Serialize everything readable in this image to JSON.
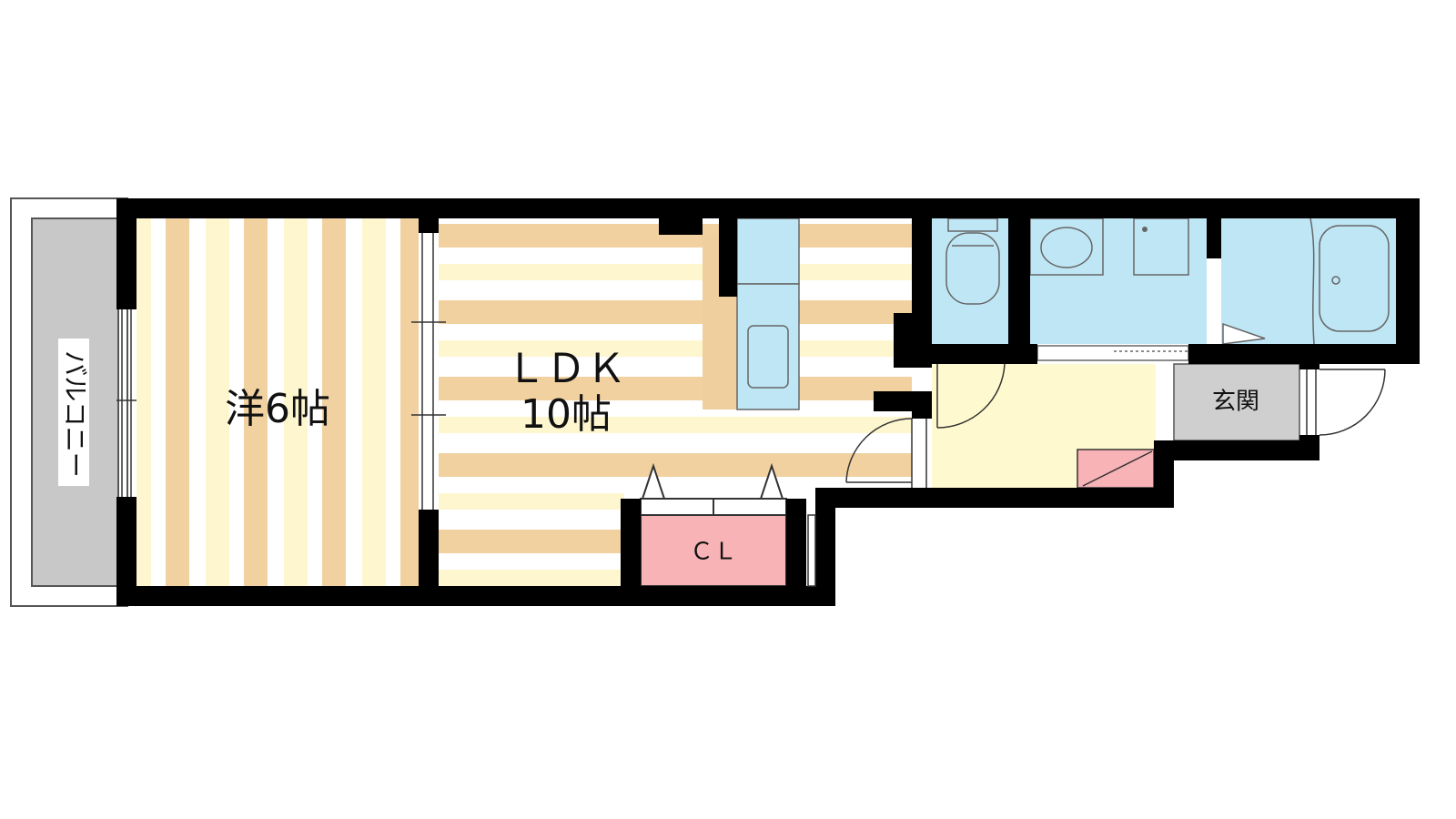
{
  "rooms": {
    "balcony": {
      "label": "バルコニー"
    },
    "western_room": {
      "label": "洋6帖"
    },
    "ldk": {
      "label_line1": "ＬＤＫ",
      "label_line2": "10帖"
    },
    "closet": {
      "label": "ＣＬ"
    },
    "entrance": {
      "label": "玄関"
    }
  },
  "colors": {
    "wall": "#000000",
    "floor_stripe_tan": "#f2d1a0",
    "floor_stripe_cream": "#fdf6cf",
    "wet_area": "#bfe6f5",
    "hallway": "#fff9cf",
    "closet": "#f7b3b6",
    "entrance_floor": "#cfcfcf",
    "balcony_floor": "#c8c8c8",
    "shoe_box": "#f7b3b6"
  }
}
